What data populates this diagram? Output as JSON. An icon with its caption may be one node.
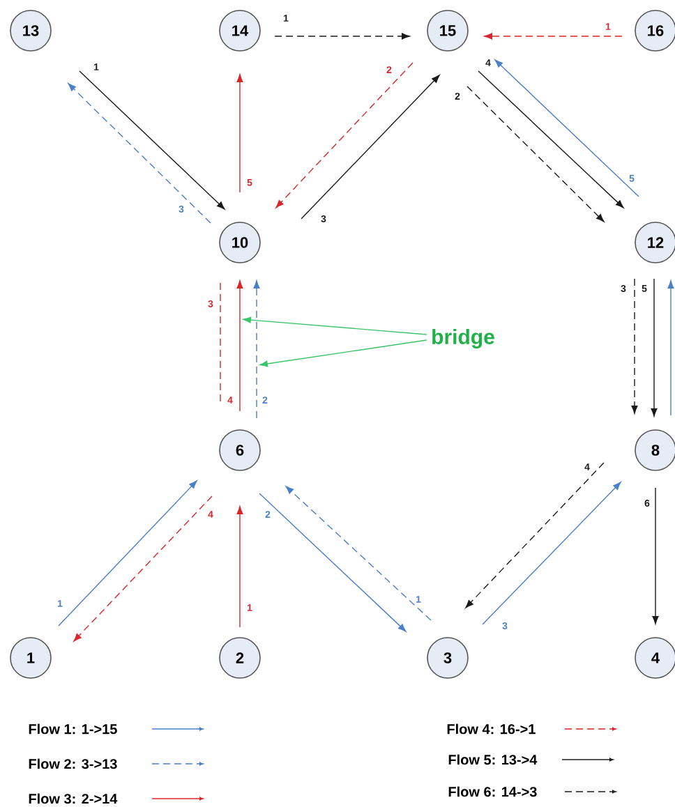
{
  "diagram": {
    "nodes": [
      {
        "text": [
          "13"
        ]
      },
      {
        "text": [
          "14"
        ]
      },
      {
        "text": [
          "15"
        ]
      },
      {
        "text": [
          "16"
        ]
      },
      {
        "text": [
          "10"
        ]
      },
      {
        "text": [
          "12"
        ]
      },
      {
        "text": [
          "6"
        ]
      },
      {
        "text": [
          "8"
        ]
      },
      {
        "text": [
          "1"
        ]
      },
      {
        "text": [
          "2"
        ]
      },
      {
        "text": [
          "3"
        ]
      },
      {
        "text": [
          "4"
        ]
      },
      {
        "text": [
          "bridge"
        ]
      }
    ],
    "edges": [
      {
        "from": 0,
        "to": 4,
        "arrow": "to",
        "label": "1",
        "color": "#1a1a1a"
      },
      {
        "from": 4,
        "to": 0,
        "arrow": "to",
        "label": "3",
        "style": "dashed",
        "color": "#4a7fc9"
      },
      {
        "from": 4,
        "to": 1,
        "arrow": "to",
        "label": "5",
        "color": "#d9262b"
      },
      {
        "from": 1,
        "to": 2,
        "arrow": "to",
        "label": "1",
        "style": "dashed",
        "color": "#1a1a1a"
      },
      {
        "from": 2,
        "to": 4,
        "arrow": "to",
        "label": "2",
        "style": "dashed",
        "color": "#d9262b"
      },
      {
        "from": 4,
        "to": 2,
        "arrow": "to",
        "label": "3",
        "color": "#1a1a1a"
      },
      {
        "from": 3,
        "to": 2,
        "arrow": "to",
        "label": "1",
        "style": "dashed",
        "color": "#d9262b"
      },
      {
        "from": 2,
        "to": 5,
        "arrow": "to",
        "label": "4",
        "color": "#1a1a1a"
      },
      {
        "from": 5,
        "to": 2,
        "arrow": "to",
        "label": "5",
        "color": "#4a7fc9"
      },
      {
        "from": 2,
        "to": 5,
        "arrow": "to",
        "label": "2",
        "style": "dashed",
        "color": "#1a1a1a"
      },
      {
        "from": 5,
        "to": 7,
        "arrow": "to",
        "label": "3",
        "style": "dashed",
        "color": "#1a1a1a"
      },
      {
        "from": 5,
        "to": 7,
        "arrow": "to",
        "label": "5",
        "color": "#1a1a1a"
      },
      {
        "from": 7,
        "to": 5,
        "arrow": "to",
        "color": "#4a7fc9"
      },
      {
        "from": 4,
        "to": 6,
        "arrow": "none",
        "label": "3",
        "style": "dashed",
        "color": "#d9262b"
      },
      {
        "from": 6,
        "to": 4,
        "arrow": "to",
        "label": "4",
        "color": "#d9262b"
      },
      {
        "from": 6,
        "to": 4,
        "arrow": "to",
        "label": "2",
        "style": "dashed",
        "color": "#4a7fc9"
      },
      {
        "from": 8,
        "to": 6,
        "arrow": "to",
        "label": "1",
        "color": "#4a7fc9"
      },
      {
        "from": 6,
        "to": 8,
        "arrow": "to",
        "label": "4",
        "style": "dashed",
        "color": "#d9262b"
      },
      {
        "from": 9,
        "to": 6,
        "arrow": "to",
        "label": "1",
        "color": "#d9262b"
      },
      {
        "from": 6,
        "to": 10,
        "arrow": "to",
        "label": "2",
        "color": "#4a7fc9"
      },
      {
        "from": 10,
        "to": 6,
        "arrow": "to",
        "label": "1",
        "style": "dashed",
        "color": "#4a7fc9"
      },
      {
        "from": 10,
        "to": 7,
        "arrow": "to",
        "label": "3",
        "color": "#4a7fc9"
      },
      {
        "from": 7,
        "to": 10,
        "arrow": "to",
        "label": "4",
        "style": "dashed",
        "color": "#1a1a1a"
      },
      {
        "from": 7,
        "to": 11,
        "arrow": "to",
        "label": "6",
        "color": "#1a1a1a"
      },
      {
        "from": 12,
        "to": null,
        "arrow": "to",
        "color": "#3cc46a"
      },
      {
        "from": 12,
        "to": null,
        "arrow": "to",
        "color": "#3cc46a"
      }
    ],
    "legend": [
      {
        "text": "Flow 1: 1->15"
      },
      {
        "text": "Flow 2: 3->13"
      },
      {
        "text": "Flow 3: 2->14"
      },
      {
        "text": "Flow 4: 16->1"
      },
      {
        "text": "Flow 5: 13->4"
      },
      {
        "text": "Flow 6: 14->3"
      }
    ]
  }
}
